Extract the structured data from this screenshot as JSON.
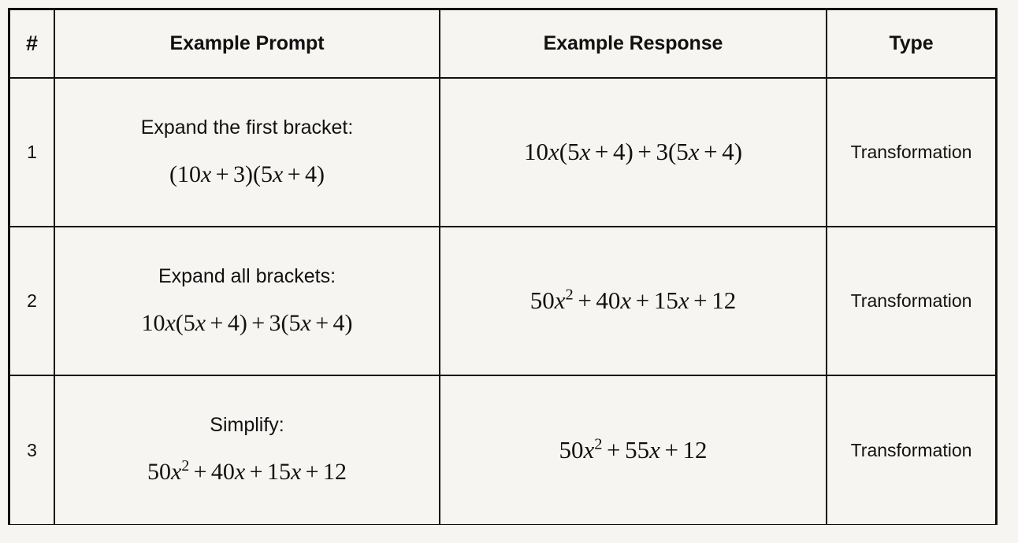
{
  "table": {
    "headers": {
      "number": "#",
      "prompt": "Example Prompt",
      "response": "Example Response",
      "type": "Type"
    },
    "rows": [
      {
        "number": "1",
        "prompt_label": "Expand the first bracket:",
        "prompt_math": "(10x + 3)(5x + 4)",
        "response_math": "10x(5x + 4) + 3(5x + 4)",
        "type": "Transformation"
      },
      {
        "number": "2",
        "prompt_label": "Expand all brackets:",
        "prompt_math": "10x(5x + 4) + 3(5x + 4)",
        "response_math": "50x^2 + 40x + 15x + 12",
        "type": "Transformation"
      },
      {
        "number": "3",
        "prompt_label": "Simplify:",
        "prompt_math": "50x^2 + 40x + 15x + 12",
        "response_math": "50x^2 + 55x + 12",
        "type": "Transformation"
      }
    ]
  },
  "colors": {
    "page_background": "#f6f5f2",
    "cell_background": "#f6f5f2",
    "border": "#111111",
    "text": "#111111"
  }
}
